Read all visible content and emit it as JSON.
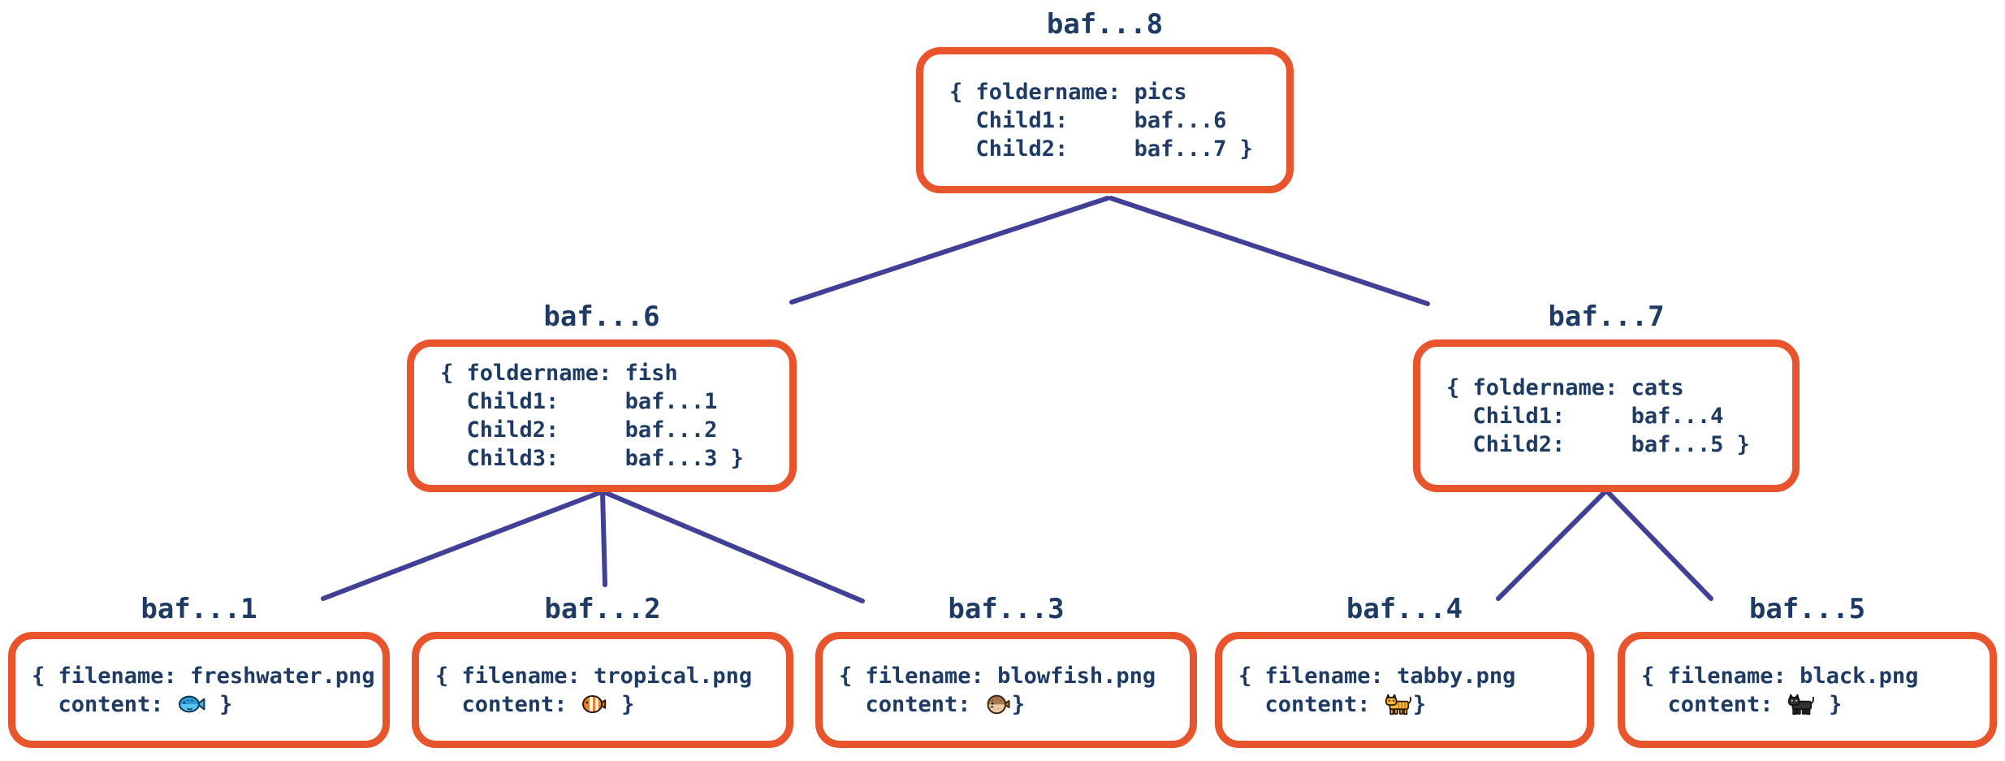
{
  "diagram": {
    "type": "merkle-dag-tree",
    "background": "#ffffff",
    "colors": {
      "node_border": "#E8552C",
      "text": "#1F3B63",
      "edge_line": "#423F97"
    },
    "nodes": [
      {
        "id": "baf8",
        "label": "baf...8",
        "kind": "folder",
        "lines": [
          "{ foldername: pics",
          "  Child1:     baf...6",
          "  Child2:     baf...7 }"
        ]
      },
      {
        "id": "baf6",
        "label": "baf...6",
        "kind": "folder",
        "lines": [
          "{ foldername: fish",
          "  Child1:     baf...1",
          "  Child2:     baf...2",
          "  Child3:     baf...3 }"
        ]
      },
      {
        "id": "baf7",
        "label": "baf...7",
        "kind": "folder",
        "lines": [
          "{ foldername: cats",
          "  Child1:     baf...4",
          "  Child2:     baf...5 }"
        ]
      },
      {
        "id": "baf1",
        "label": "baf...1",
        "kind": "file",
        "line1": "{ filename: freshwater.png",
        "content_prefix": "  content: ",
        "icon": "blue-fish-icon",
        "content_suffix": " }"
      },
      {
        "id": "baf2",
        "label": "baf...2",
        "kind": "file",
        "line1": "{ filename: tropical.png",
        "content_prefix": "  content: ",
        "icon": "tropical-fish-icon",
        "content_suffix": " }"
      },
      {
        "id": "baf3",
        "label": "baf...3",
        "kind": "file",
        "line1": "{ filename: blowfish.png",
        "content_prefix": "  content: ",
        "icon": "blowfish-icon",
        "content_suffix": "}"
      },
      {
        "id": "baf4",
        "label": "baf...4",
        "kind": "file",
        "line1": "{ filename: tabby.png",
        "content_prefix": "  content: ",
        "icon": "tabby-cat-icon",
        "content_suffix": "}"
      },
      {
        "id": "baf5",
        "label": "baf...5",
        "kind": "file",
        "line1": "{ filename: black.png",
        "content_prefix": "  content: ",
        "icon": "black-cat-icon",
        "content_suffix": " }"
      }
    ],
    "edges": [
      {
        "from": "baf...8",
        "to": "baf...6"
      },
      {
        "from": "baf...8",
        "to": "baf...7"
      },
      {
        "from": "baf...6",
        "to": "baf...1"
      },
      {
        "from": "baf...6",
        "to": "baf...2"
      },
      {
        "from": "baf...6",
        "to": "baf...3"
      },
      {
        "from": "baf...7",
        "to": "baf...4"
      },
      {
        "from": "baf...7",
        "to": "baf...5"
      }
    ]
  }
}
